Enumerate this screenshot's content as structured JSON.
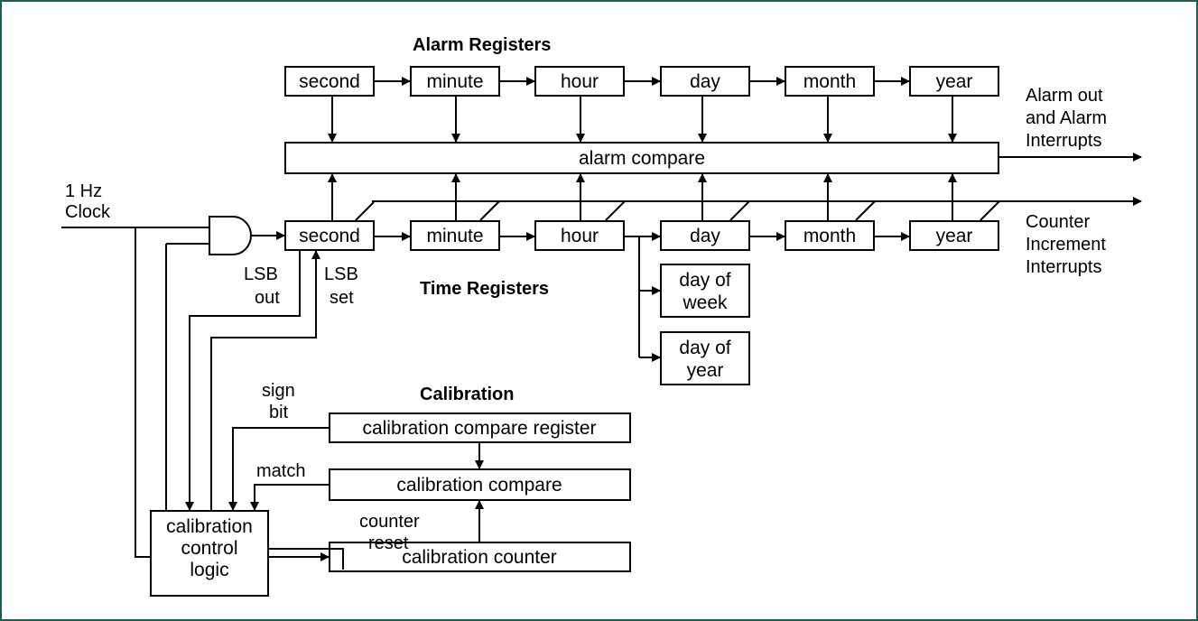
{
  "colors": {
    "frame": "#1f5c55",
    "line": "#000000",
    "background": "#ffffff"
  },
  "headings": {
    "alarm_registers": "Alarm Registers",
    "time_registers": "Time Registers",
    "calibration": "Calibration"
  },
  "alarm_registers": [
    "second",
    "minute",
    "hour",
    "day",
    "month",
    "year"
  ],
  "time_registers": [
    "second",
    "minute",
    "hour",
    "day",
    "month",
    "year"
  ],
  "day_of_week": [
    "day of",
    "week"
  ],
  "day_of_year": [
    "day of",
    "year"
  ],
  "alarm_compare": "alarm compare",
  "input_clock": [
    "1 Hz",
    "Clock"
  ],
  "lsb_out": [
    "LSB",
    "out"
  ],
  "lsb_set": [
    "LSB",
    "set"
  ],
  "outputs": {
    "alarm": [
      "Alarm out",
      "and Alarm",
      "Interrupts"
    ],
    "counter": [
      "Counter",
      "Increment",
      "Interrupts"
    ]
  },
  "calibration": {
    "compare_register": "calibration compare register",
    "compare": "calibration compare",
    "counter": "calibration counter",
    "control_logic": [
      "calibration",
      "control",
      "logic"
    ],
    "sign_bit": [
      "sign",
      "bit"
    ],
    "match": "match",
    "counter_reset": [
      "counter",
      "reset"
    ]
  }
}
